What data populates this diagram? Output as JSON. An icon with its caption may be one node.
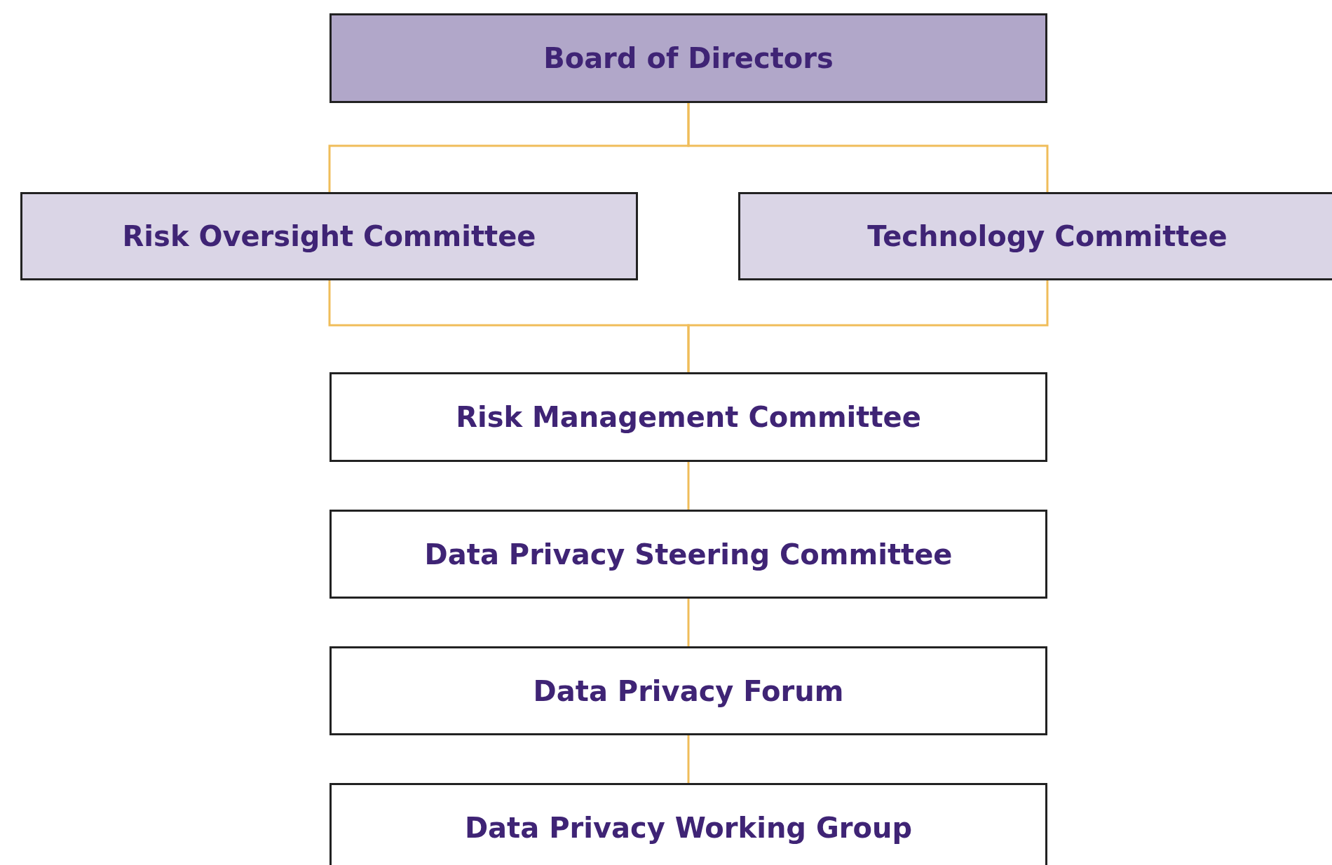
{
  "diagram": {
    "nodes": [
      {
        "text": [
          "Board of Directors"
        ]
      },
      {
        "text": [
          "Risk Oversight Committee"
        ]
      },
      {
        "text": [
          "Technology Committee"
        ]
      },
      {
        "text": [
          "Risk Management Committee"
        ]
      },
      {
        "text": [
          "Data Privacy Steering Committee"
        ]
      },
      {
        "text": [
          "Data Privacy Forum"
        ]
      },
      {
        "text": [
          "Data Privacy Working Group"
        ]
      }
    ],
    "edges": [
      {
        "from": 0,
        "to": 1,
        "arrow": "none"
      },
      {
        "from": 0,
        "to": 2,
        "arrow": "none"
      },
      {
        "from": 1,
        "to": 3,
        "arrow": "none"
      },
      {
        "from": 2,
        "to": 3,
        "arrow": "none"
      },
      {
        "from": 3,
        "to": 4,
        "arrow": "none"
      },
      {
        "from": 4,
        "to": 5,
        "arrow": "none"
      },
      {
        "from": 5,
        "to": 6,
        "arrow": "none"
      }
    ]
  }
}
